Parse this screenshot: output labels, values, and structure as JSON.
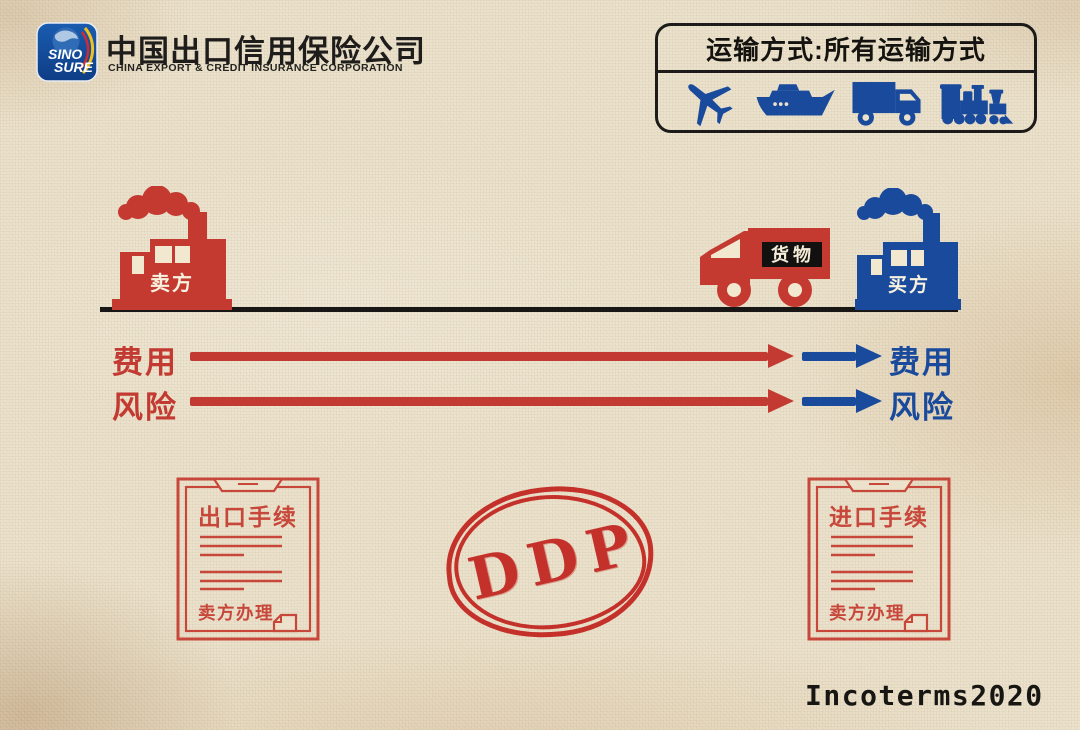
{
  "header": {
    "logo_line1": "SINO",
    "logo_line2": "SURE",
    "company_cn": "中国出口信用保险公司",
    "company_en": "CHINA EXPORT & CREDIT INSURANCE CORPORATION"
  },
  "transport": {
    "title": "运输方式:所有运输方式",
    "modes": [
      "airplane",
      "ship",
      "truck",
      "train"
    ]
  },
  "scene": {
    "seller_label": "卖方",
    "buyer_label": "买方",
    "goods_label": "货物"
  },
  "flows": {
    "cost_left": "费用",
    "cost_right": "费用",
    "risk_left": "风险",
    "risk_right": "风险"
  },
  "docs": {
    "export": {
      "title": "出口手续",
      "handler": "卖方办理"
    },
    "import": {
      "title": "进口手续",
      "handler": "卖方办理"
    }
  },
  "stamp": {
    "text": "DDP"
  },
  "footer": {
    "text": "Incoterms2020"
  },
  "colors": {
    "red": "#c23a31",
    "blue": "#1a4a9c",
    "black": "#1c1b19",
    "paper": "#ebe1ca"
  }
}
